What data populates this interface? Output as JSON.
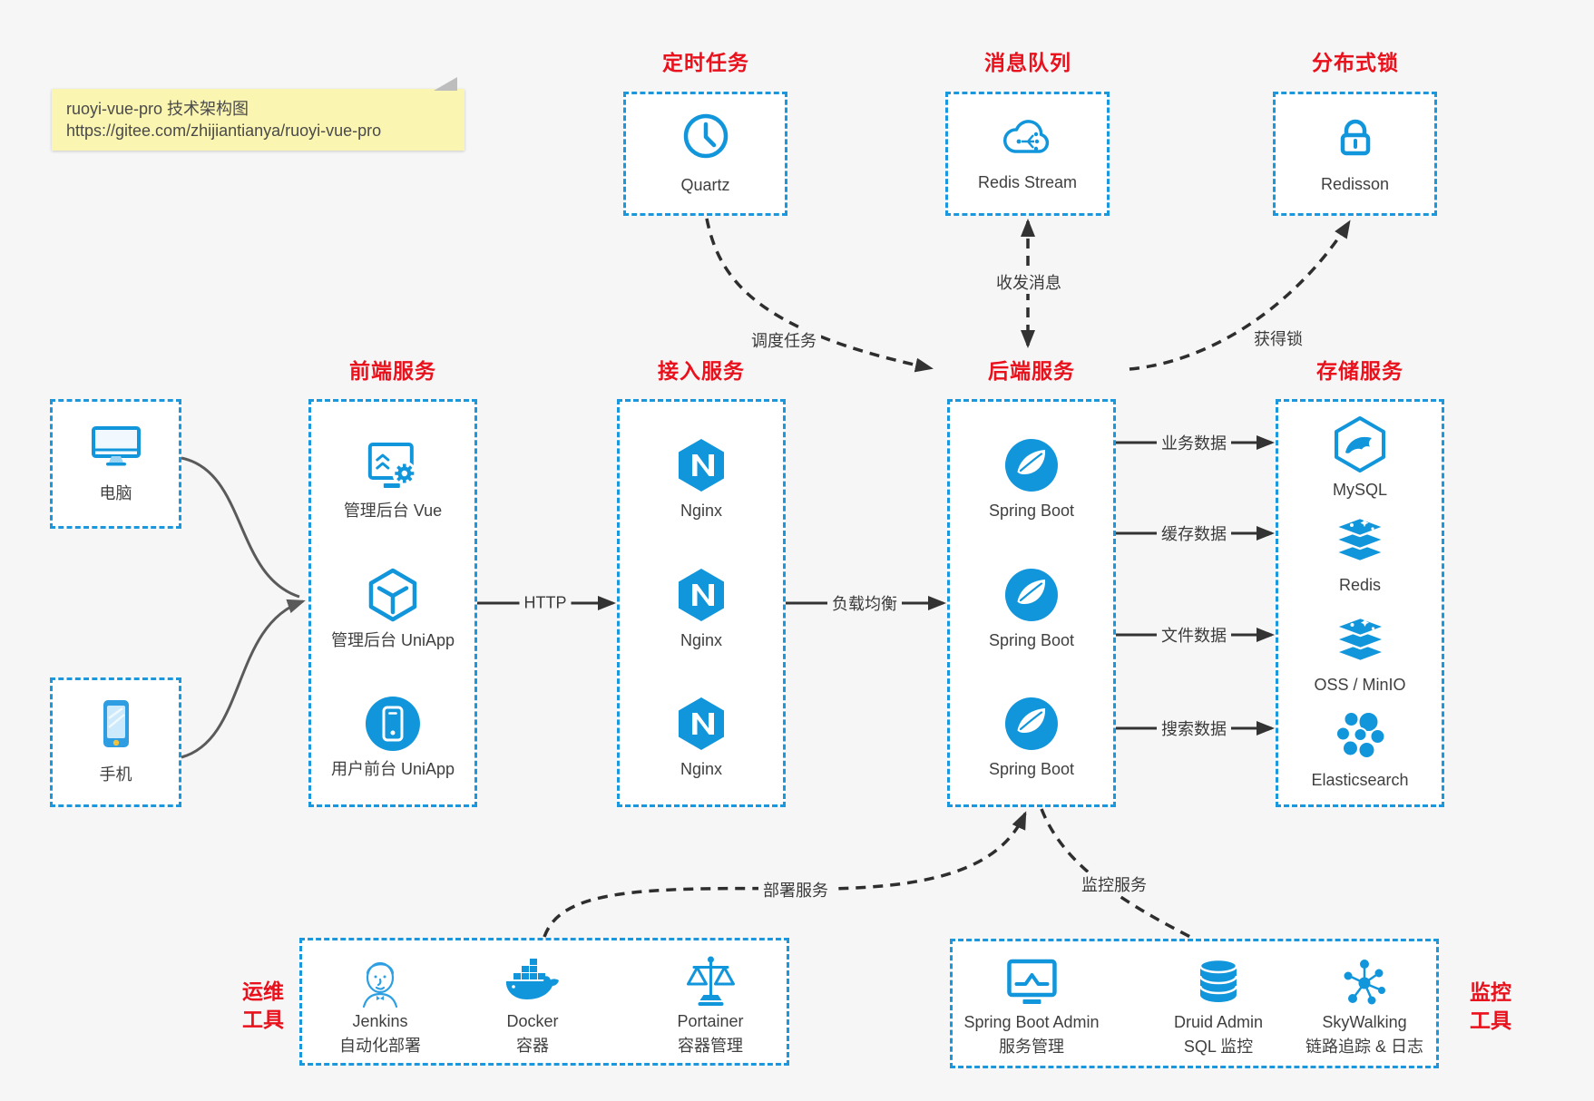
{
  "note": {
    "line1": "ruoyi-vue-pro 技术架构图",
    "line2": "https://gitee.com/zhijiantianya/ruoyi-vue-pro"
  },
  "top_services": [
    {
      "title": "定时任务",
      "label": "Quartz",
      "icon": "clock-icon"
    },
    {
      "title": "消息队列",
      "label": "Redis Stream",
      "icon": "cloud-stream-icon"
    },
    {
      "title": "分布式锁",
      "label": "Redisson",
      "icon": "lock-icon"
    }
  ],
  "clients": [
    {
      "label": "电脑",
      "icon": "desktop-icon"
    },
    {
      "label": "手机",
      "icon": "phone-icon"
    }
  ],
  "columns": [
    {
      "title": "前端服务",
      "items": [
        {
          "label": "管理后台 Vue",
          "icon": "admin-vue-icon"
        },
        {
          "label": "管理后台 UniApp",
          "icon": "uniapp-cube-icon"
        },
        {
          "label": "用户前台 UniApp",
          "icon": "user-app-icon"
        }
      ]
    },
    {
      "title": "接入服务",
      "items": [
        {
          "label": "Nginx",
          "icon": "nginx-icon"
        },
        {
          "label": "Nginx",
          "icon": "nginx-icon"
        },
        {
          "label": "Nginx",
          "icon": "nginx-icon"
        }
      ]
    },
    {
      "title": "后端服务",
      "items": [
        {
          "label": "Spring Boot",
          "icon": "spring-icon"
        },
        {
          "label": "Spring Boot",
          "icon": "spring-icon"
        },
        {
          "label": "Spring Boot",
          "icon": "spring-icon"
        }
      ]
    },
    {
      "title": "存储服务",
      "items": [
        {
          "label": "MySQL",
          "icon": "mysql-icon"
        },
        {
          "label": "Redis",
          "icon": "stack-icon"
        },
        {
          "label": "OSS / MinIO",
          "icon": "stack-icon"
        },
        {
          "label": "Elasticsearch",
          "icon": "elasticsearch-icon"
        }
      ]
    }
  ],
  "tool_groups": [
    {
      "title_line1": "运维",
      "title_line2": "工具",
      "items": [
        {
          "name": "Jenkins",
          "desc": "自动化部署",
          "icon": "jenkins-icon"
        },
        {
          "name": "Docker",
          "desc": "容器",
          "icon": "docker-icon"
        },
        {
          "name": "Portainer",
          "desc": "容器管理",
          "icon": "portainer-icon"
        }
      ]
    },
    {
      "title_line1": "监控",
      "title_line2": "工具",
      "items": [
        {
          "name": "Spring Boot Admin",
          "desc": "服务管理",
          "icon": "monitor-chart-icon"
        },
        {
          "name": "Druid Admin",
          "desc": "SQL 监控",
          "icon": "database-icon"
        },
        {
          "name": "SkyWalking",
          "desc": "链路追踪 & 日志",
          "icon": "skywalking-icon"
        }
      ]
    }
  ],
  "edge_labels": {
    "http": "HTTP",
    "load_balance": "负载均衡",
    "schedule": "调度任务",
    "messaging": "收发消息",
    "lock": "获得锁",
    "business": "业务数据",
    "cache": "缓存数据",
    "file": "文件数据",
    "search": "搜索数据",
    "deploy": "部署服务",
    "monitor": "监控服务"
  },
  "colors": {
    "accent_blue": "#1a97dd",
    "icon_blue": "#1296db",
    "title_red": "#e8111c",
    "background": "#f6f6f7",
    "box_background": "#ffffff",
    "note_background": "#fbf5b2",
    "line_dark": "#333333",
    "line_gray": "#5a5a5a"
  }
}
